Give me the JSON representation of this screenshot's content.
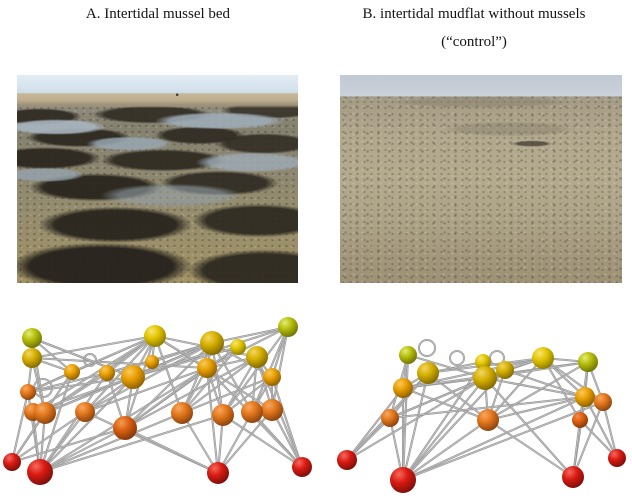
{
  "figure": {
    "panel_a": {
      "label": "A. Intertidal mussel bed",
      "photo_alt": "Photograph of an intertidal mussel bed at low tide with dark mussel clusters and water pools",
      "network_name": "mussel bed food web"
    },
    "panel_b": {
      "label_line1": "B. intertidal mudflat without mussels",
      "label_line2": "(“control”)",
      "photo_alt": "Photograph of a bare intertidal mudflat at low tide",
      "network_name": "mudflat control food web"
    }
  },
  "colors": {
    "edge": "#8f8f8f",
    "edge_highlight": "#cccccc",
    "node_red": "#d91a12",
    "node_orange": "#e2761b",
    "node_dark_orange": "#d95f11",
    "node_red_orange": "#dd5f11",
    "node_orange_yellow": "#e89e00",
    "node_dark_yellow": "#d4ae00",
    "node_yellow": "#e0c400",
    "node_olive": "#b5bd0a"
  },
  "chart_data": [
    {
      "type": "network",
      "name": "mussel bed food web",
      "nodes": [
        [
          32,
          38,
          10,
          "olive"
        ],
        [
          32,
          58,
          10,
          "darkyellow"
        ],
        [
          155,
          36,
          11,
          "yellow"
        ],
        [
          212,
          43,
          12,
          "darkyellow"
        ],
        [
          238,
          47,
          8,
          "yellow"
        ],
        [
          257,
          57,
          11,
          "darkyellow"
        ],
        [
          288,
          27,
          10,
          "olive"
        ],
        [
          72,
          72,
          8,
          "orangeyellow"
        ],
        [
          107,
          73,
          8,
          "orangeyellow"
        ],
        [
          133,
          77,
          12,
          "orangeyellow"
        ],
        [
          152,
          62,
          7,
          "orangeyellow"
        ],
        [
          207,
          68,
          10,
          "orangeyellow"
        ],
        [
          272,
          77,
          9,
          "orangeyellow"
        ],
        [
          28,
          92,
          8,
          "orange"
        ],
        [
          33,
          112,
          9,
          "orange"
        ],
        [
          45,
          113,
          11,
          "orange"
        ],
        [
          85,
          112,
          10,
          "orange"
        ],
        [
          125,
          128,
          12,
          "darkorange"
        ],
        [
          182,
          113,
          11,
          "orange"
        ],
        [
          223,
          115,
          11,
          "orange"
        ],
        [
          252,
          112,
          11,
          "orange"
        ],
        [
          272,
          110,
          11,
          "orange"
        ],
        [
          12,
          162,
          9,
          "red"
        ],
        [
          40,
          172,
          13,
          "red"
        ],
        [
          218,
          173,
          11,
          "red"
        ],
        [
          302,
          167,
          10,
          "red"
        ]
      ],
      "edges": [
        [
          24,
          14
        ],
        [
          24,
          15
        ],
        [
          24,
          16
        ],
        [
          24,
          17
        ],
        [
          24,
          18
        ],
        [
          24,
          19
        ],
        [
          24,
          10
        ],
        [
          24,
          9
        ],
        [
          24,
          8
        ],
        [
          24,
          12
        ],
        [
          24,
          20
        ],
        [
          23,
          14
        ],
        [
          23,
          16
        ],
        [
          23,
          17
        ],
        [
          23,
          8
        ],
        [
          23,
          18
        ],
        [
          25,
          17
        ],
        [
          25,
          18
        ],
        [
          25,
          19
        ],
        [
          25,
          20
        ],
        [
          25,
          21
        ],
        [
          25,
          22
        ],
        [
          25,
          12
        ],
        [
          26,
          20
        ],
        [
          26,
          21
        ],
        [
          26,
          22
        ],
        [
          26,
          13
        ],
        [
          26,
          12
        ],
        [
          26,
          6
        ],
        [
          16,
          3
        ],
        [
          16,
          4
        ],
        [
          16,
          9
        ],
        [
          16,
          2
        ],
        [
          16,
          1
        ],
        [
          16,
          10
        ],
        [
          17,
          3
        ],
        [
          17,
          10
        ],
        [
          17,
          12
        ],
        [
          17,
          4
        ],
        [
          18,
          3
        ],
        [
          18,
          4
        ],
        [
          18,
          5
        ],
        [
          18,
          6
        ],
        [
          18,
          10
        ],
        [
          18,
          9
        ],
        [
          18,
          12
        ],
        [
          19,
          4
        ],
        [
          19,
          5
        ],
        [
          19,
          6
        ],
        [
          19,
          3
        ],
        [
          19,
          12
        ],
        [
          19,
          13
        ],
        [
          20,
          4
        ],
        [
          20,
          6
        ],
        [
          20,
          7
        ],
        [
          20,
          12
        ],
        [
          20,
          13
        ],
        [
          21,
          6
        ],
        [
          21,
          7
        ],
        [
          21,
          4
        ],
        [
          21,
          13
        ],
        [
          22,
          6
        ],
        [
          22,
          7
        ],
        [
          22,
          13
        ],
        [
          22,
          3
        ],
        [
          14,
          8
        ],
        [
          14,
          9
        ],
        [
          14,
          2
        ],
        [
          14,
          10
        ],
        [
          14,
          3
        ],
        [
          15,
          10
        ],
        [
          15,
          3
        ],
        [
          8,
          3
        ],
        [
          8,
          1
        ],
        [
          8,
          2
        ],
        [
          9,
          3
        ],
        [
          9,
          4
        ],
        [
          10,
          3
        ],
        [
          10,
          4
        ],
        [
          10,
          5
        ],
        [
          10,
          1
        ],
        [
          10,
          7
        ],
        [
          11,
          4
        ],
        [
          11,
          3
        ],
        [
          12,
          4
        ],
        [
          12,
          5
        ],
        [
          12,
          6
        ],
        [
          12,
          3
        ],
        [
          12,
          7
        ],
        [
          13,
          6
        ],
        [
          13,
          7
        ],
        [
          13,
          4
        ],
        [
          2,
          3
        ],
        [
          2,
          12
        ],
        [
          1,
          10
        ],
        [
          3,
          6
        ],
        [
          4,
          7
        ]
      ],
      "loops": [
        [
          43,
          88,
          9
        ],
        [
          90,
          60,
          6
        ]
      ]
    },
    {
      "type": "network",
      "name": "mudflat control food web",
      "nodes": [
        [
          92,
          55,
          9,
          "olive"
        ],
        [
          112,
          73,
          11,
          "darkyellow"
        ],
        [
          87,
          88,
          10,
          "orangeyellow"
        ],
        [
          74,
          118,
          9,
          "orange"
        ],
        [
          31,
          160,
          10,
          "red"
        ],
        [
          87,
          180,
          13,
          "red"
        ],
        [
          167,
          62,
          8,
          "yellow"
        ],
        [
          169,
          78,
          12,
          "darkyellow"
        ],
        [
          189,
          70,
          9,
          "darkyellow"
        ],
        [
          227,
          58,
          11,
          "yellow"
        ],
        [
          272,
          62,
          10,
          "olive"
        ],
        [
          269,
          97,
          10,
          "orangeyellow"
        ],
        [
          287,
          102,
          9,
          "orange"
        ],
        [
          264,
          120,
          8,
          "redorange"
        ],
        [
          172,
          120,
          11,
          "orange"
        ],
        [
          301,
          158,
          9,
          "red"
        ],
        [
          257,
          177,
          11,
          "red"
        ]
      ],
      "edges": [
        [
          6,
          3
        ],
        [
          6,
          4
        ],
        [
          6,
          2
        ],
        [
          6,
          8
        ],
        [
          6,
          15
        ],
        [
          6,
          1
        ],
        [
          6,
          12
        ],
        [
          6,
          7
        ],
        [
          6,
          9
        ],
        [
          6,
          13
        ],
        [
          5,
          3
        ],
        [
          5,
          4
        ],
        [
          5,
          2
        ],
        [
          5,
          8
        ],
        [
          17,
          15
        ],
        [
          17,
          12
        ],
        [
          17,
          13
        ],
        [
          17,
          14
        ],
        [
          17,
          8
        ],
        [
          16,
          12
        ],
        [
          16,
          13
        ],
        [
          16,
          14
        ],
        [
          4,
          2
        ],
        [
          4,
          8
        ],
        [
          4,
          9
        ],
        [
          4,
          1
        ],
        [
          4,
          12
        ],
        [
          15,
          8
        ],
        [
          15,
          9
        ],
        [
          15,
          10
        ],
        [
          15,
          2
        ],
        [
          15,
          12
        ],
        [
          15,
          3
        ],
        [
          15,
          11
        ],
        [
          3,
          2
        ],
        [
          3,
          8
        ],
        [
          3,
          10
        ],
        [
          3,
          1
        ],
        [
          3,
          11
        ],
        [
          12,
          10
        ],
        [
          12,
          11
        ],
        [
          12,
          8
        ],
        [
          12,
          9
        ],
        [
          13,
          11
        ],
        [
          13,
          10
        ],
        [
          14,
          11
        ],
        [
          14,
          10
        ],
        [
          2,
          7
        ],
        [
          2,
          10
        ],
        [
          8,
          10
        ],
        [
          8,
          7
        ],
        [
          8,
          11
        ],
        [
          9,
          10
        ],
        [
          10,
          11
        ],
        [
          1,
          8
        ]
      ],
      "loops": [
        [
          111,
          48,
          8
        ],
        [
          141,
          58,
          7
        ],
        [
          181,
          58,
          7
        ]
      ]
    }
  ]
}
